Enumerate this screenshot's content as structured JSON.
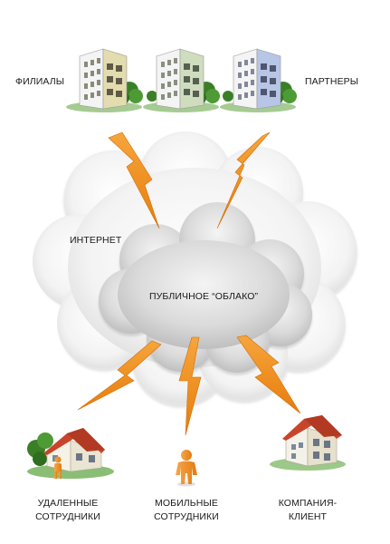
{
  "labels": {
    "branches": "ФИЛИАЛЫ",
    "partners": "ПАРТНЕРЫ",
    "internet": "ИНТЕРНЕТ",
    "public_cloud": "ПУБЛИЧНОЕ “ОБЛАКО”",
    "remote_line1": "УДАЛЕННЫЕ",
    "remote_line2": "СОТРУДНИКИ",
    "mobile_line1": "МОБИЛЬНЫЕ",
    "mobile_line2": "СОТРУДНИКИ",
    "client_line1": "КОМПАНИЯ-",
    "client_line2": "КЛИЕНТ"
  },
  "colors": {
    "lightning": "#f08a16",
    "person": "#f08c1e",
    "roof": "#c8442b",
    "building_yellow": "#e2dcae",
    "building_green": "#cfdcbe",
    "building_blue": "#b7c6e6",
    "tree": "#3f8a2a",
    "grass": "#5aa33a"
  },
  "icons": {
    "buildings": "office-building-icon",
    "house": "house-icon",
    "person": "person-icon",
    "lightning": "lightning-bolt-icon",
    "cloud": "cloud-icon"
  }
}
